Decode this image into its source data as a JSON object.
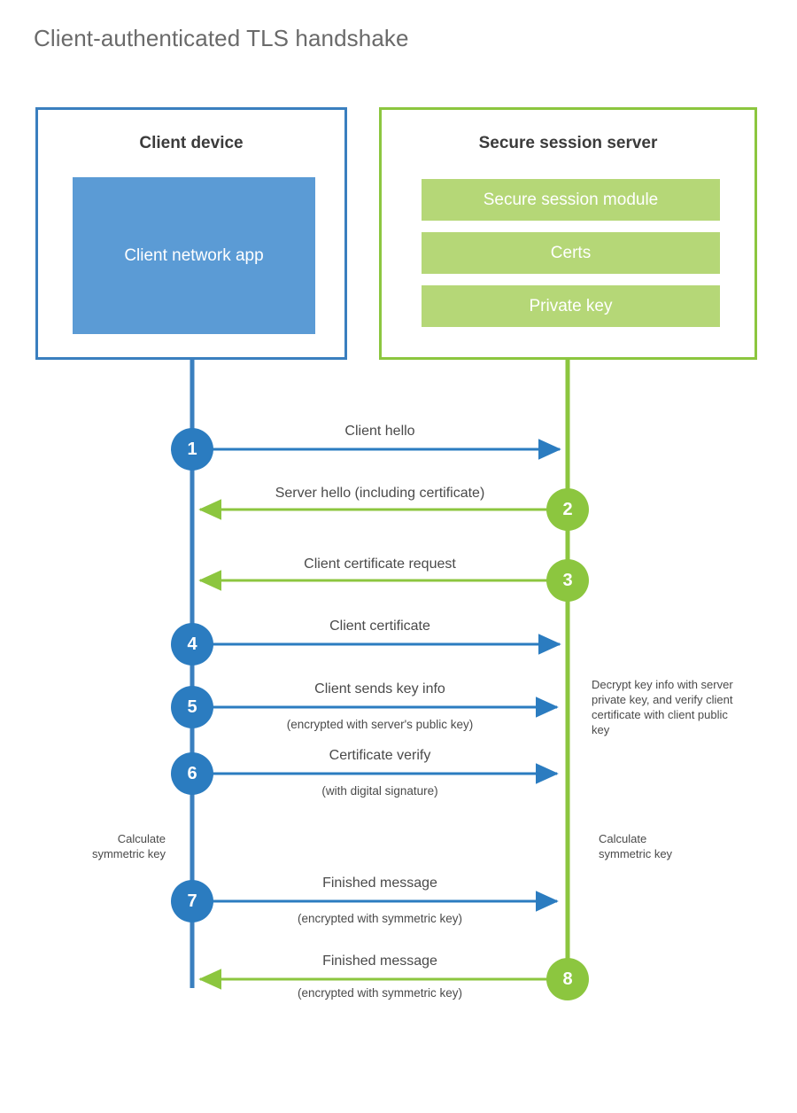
{
  "page": {
    "title": "Client-authenticated TLS handshake",
    "colors": {
      "client_accent": "#3a7fbf",
      "client_fill": "#5b9bd5",
      "server_accent": "#8cc63f",
      "server_fill": "#b5d777",
      "step_blue": "#2b7cc0",
      "step_green": "#8cc63f",
      "text": "#4a4a4a",
      "title_text": "#6a6a6a"
    }
  },
  "actors": {
    "client": {
      "title": "Client device",
      "app_label": "Client network app"
    },
    "server": {
      "title": "Secure session server",
      "components": [
        "Secure session module",
        "Certs",
        "Private key"
      ]
    }
  },
  "steps": [
    {
      "number": "1",
      "side": "client",
      "direction": "right",
      "label": "Client hello",
      "sub": ""
    },
    {
      "number": "2",
      "side": "server",
      "direction": "left",
      "label": "Server hello (including certificate)",
      "sub": ""
    },
    {
      "number": "3",
      "side": "server",
      "direction": "left",
      "label": "Client certificate request",
      "sub": ""
    },
    {
      "number": "4",
      "side": "client",
      "direction": "right",
      "label": "Client certificate",
      "sub": ""
    },
    {
      "number": "5",
      "side": "client",
      "direction": "right",
      "label": "Client sends key info",
      "sub": "(encrypted with server's public key)"
    },
    {
      "number": "6",
      "side": "client",
      "direction": "right",
      "label": "Certificate verify",
      "sub": "(with digital signature)"
    },
    {
      "number": "7",
      "side": "client",
      "direction": "right",
      "label": "Finished message",
      "sub": "(encrypted with symmetric key)"
    },
    {
      "number": "8",
      "side": "server",
      "direction": "left",
      "label": "Finished message",
      "sub": "(encrypted with symmetric key)"
    }
  ],
  "notes": {
    "server_decrypt": "Decrypt key info with server private key, and verify client certificate with client public key",
    "client_calc_line1": "Calculate",
    "client_calc_line2": "symmetric key",
    "server_calc_line1": "Calculate",
    "server_calc_line2": "symmetric key"
  }
}
